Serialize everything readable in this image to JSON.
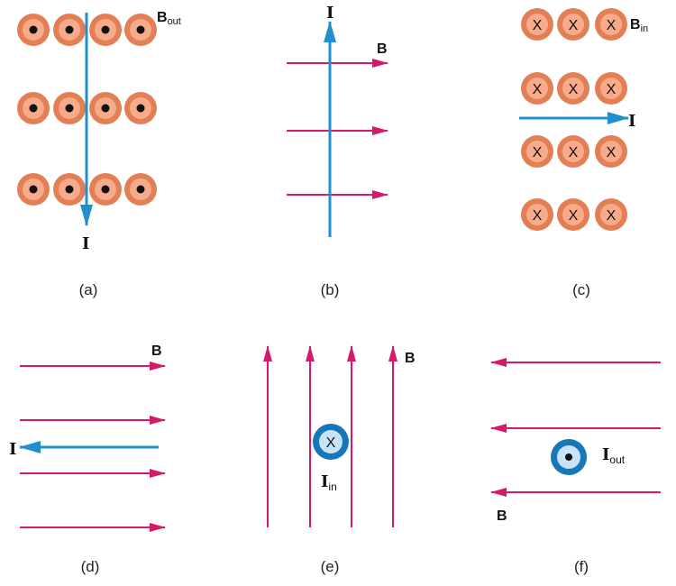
{
  "colors": {
    "field": "#d6196a",
    "current": "#1f8fd0",
    "wire_outer": "#e27f55",
    "wire_inner": "#f7ab8a",
    "wire_core": "#fbd2c0",
    "blue_outer": "#1877b8",
    "blue_inner": "#c9e3f6"
  },
  "panels": {
    "a": {
      "caption": "(a)",
      "current_label": "I",
      "field_label_main": "B",
      "field_label_sub": "out"
    },
    "b": {
      "caption": "(b)",
      "current_label": "I",
      "field_label": "B"
    },
    "c": {
      "caption": "(c)",
      "current_label": "I",
      "field_label_main": "B",
      "field_label_sub": "in",
      "cross": "X"
    },
    "d": {
      "caption": "(d)",
      "current_label": "I",
      "field_label": "B"
    },
    "e": {
      "caption": "(e)",
      "current_label_main": "I",
      "current_label_sub": "in",
      "field_label": "B",
      "cross": "X"
    },
    "f": {
      "caption": "(f)",
      "current_label_main": "I",
      "current_label_sub": "out",
      "field_label": "B"
    }
  }
}
